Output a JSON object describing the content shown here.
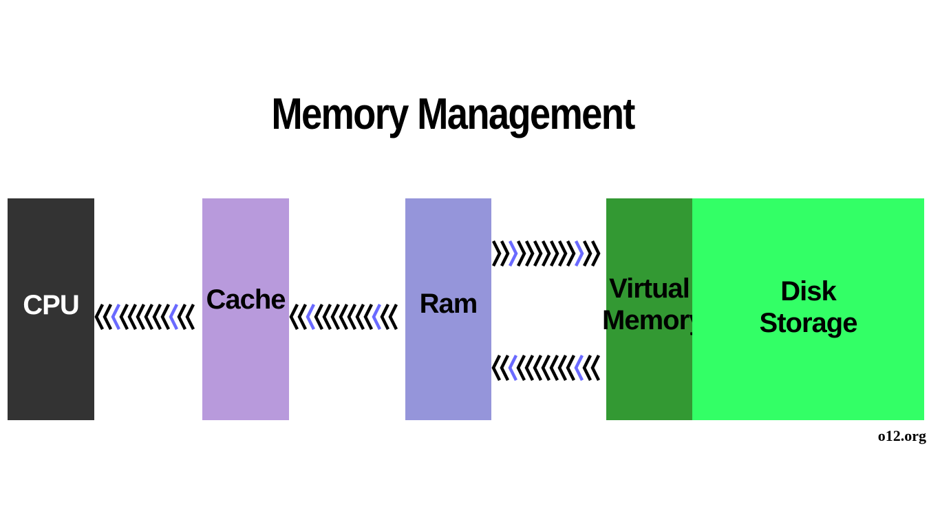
{
  "title": "Memory Management",
  "blocks": {
    "cpu": {
      "label": "CPU",
      "color": "#333333"
    },
    "cache": {
      "label": "Cache",
      "color": "#b89adc"
    },
    "ram": {
      "label": "Ram",
      "color": "#9595da"
    },
    "virtual_memory": {
      "line1": "Virtual",
      "line2": "Memory",
      "color": "#339933"
    },
    "disk_storage": {
      "line1": "Disk",
      "line2": "Storage",
      "color": "#33ff66"
    }
  },
  "arrows": {
    "cache_to_cpu": {
      "direction": "left"
    },
    "ram_to_cache": {
      "direction": "left"
    },
    "ram_to_virtual_memory": {
      "direction": "right"
    },
    "virtual_memory_to_ram": {
      "direction": "left"
    },
    "chevron_color": "#000000",
    "highlight_color": "#6a6aff"
  },
  "watermark": "o12.org"
}
